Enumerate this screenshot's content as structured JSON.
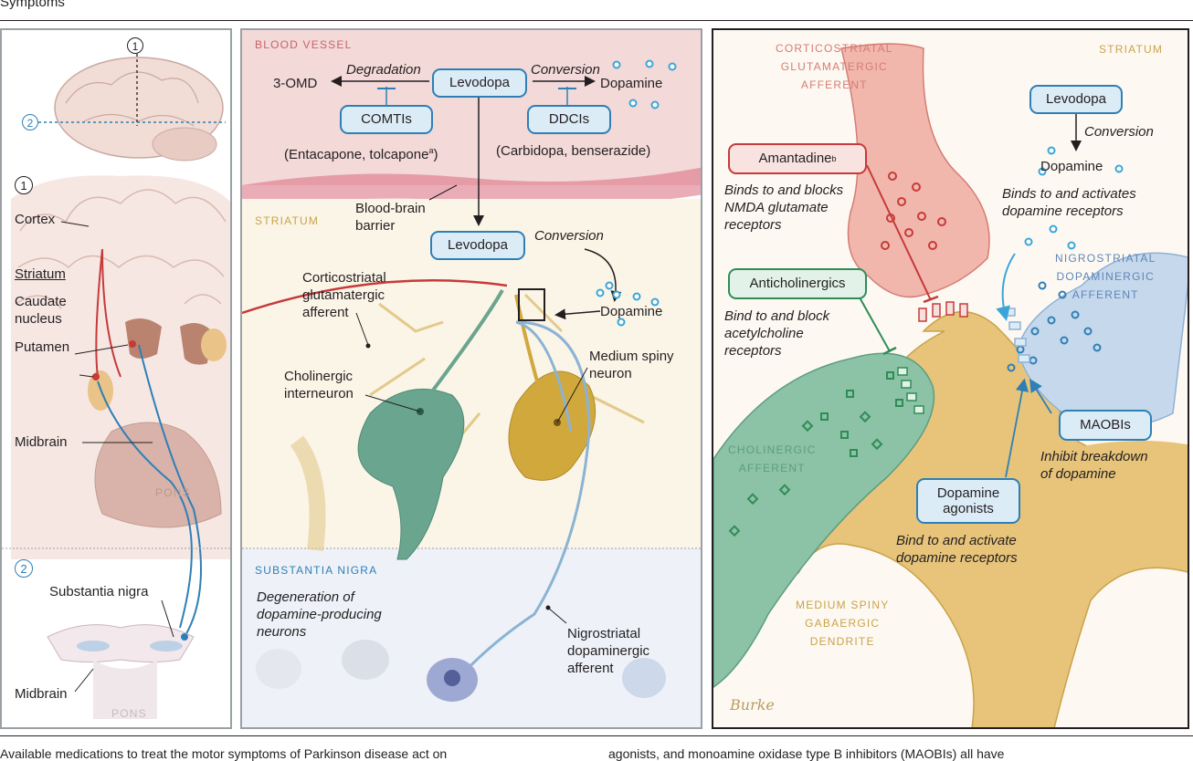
{
  "header": {
    "section": "Symptoms"
  },
  "caption": {
    "left": "Available medications to treat the motor symptoms of Parkinson disease act on",
    "right": "agonists, and monoamine oxidase type B inhibitors (MAOBIs) all have"
  },
  "colors": {
    "blue": "#2e7fb6",
    "red": "#c63a3a",
    "green": "#2f8c57",
    "gold": "#c9a24a",
    "pink": "#f3d9d8"
  },
  "panel1": {
    "marker1": "1",
    "marker2": "2",
    "cortex": "Cortex",
    "striatum": "Striatum",
    "caudate": "Caudate\nnucleus",
    "putamen": "Putamen",
    "midbrain": "Midbrain",
    "pons": "PONS",
    "substantia_nigra": "Substantia nigra",
    "midbrain2": "Midbrain",
    "pons2": "PONS"
  },
  "panel2": {
    "blood_vessel": "BLOOD VESSEL",
    "degradation": "Degradation",
    "conversion1": "Conversion",
    "omd": "3-OMD",
    "levodopa1": "Levodopa",
    "dopamine1": "Dopamine",
    "comtis": "COMTIs",
    "ddcis": "DDCIs",
    "comt_examples": "(Entacapone, tolcapone",
    "comt_sup": "a",
    "comt_close": ")",
    "ddci_examples": "(Carbidopa, benserazide)",
    "bbb": "Blood-brain\nbarrier",
    "striatum": "STRIATUM",
    "levodopa2": "Levodopa",
    "conversion2": "Conversion",
    "dopamine2": "Dopamine",
    "corticostriatal": "Corticostriatal\nglutamatergic\nafferent",
    "medium_spiny": "Medium spiny\nneuron",
    "cholinergic": "Cholinergic\ninterneuron",
    "substantia_nigra": "SUBSTANTIA NIGRA",
    "degeneration": "Degeneration of\ndopamine-producing\nneurons",
    "nigrostriatal": "Nigrostriatal\ndopaminergic\nafferent"
  },
  "panel3": {
    "cortico_caption": "CORTICOSTRIATAL\nGLUTAMATERGIC\nAFFERENT",
    "striatum": "STRIATUM",
    "levodopa": "Levodopa",
    "conversion": "Conversion",
    "dopamine": "Dopamine",
    "binds_activates": "Binds to and activates\ndopamine receptors",
    "amantadine": "Amantadine",
    "amantadine_sup": "b",
    "amantadine_desc": "Binds to and blocks\nNMDA glutamate\nreceptors",
    "anticholinergics": "Anticholinergics",
    "anticholinergics_desc": "Bind to and block\nacetylcholine\nreceptors",
    "nigrostriatal_caption": "NIGROSTRIATAL\nDOPAMINERGIC\nAFFERENT",
    "cholinergic_caption": "CHOLINERGIC\nAFFERENT",
    "maobis": "MAOBIs",
    "maobis_desc": "Inhibit breakdown\nof dopamine",
    "dopamine_agonists": "Dopamine\nagonists",
    "agonists_desc": "Bind to and activate\ndopamine receptors",
    "medium_spiny_caption": "MEDIUM SPINY\nGABAergic\nDENDRITE",
    "signature": "Burke"
  }
}
